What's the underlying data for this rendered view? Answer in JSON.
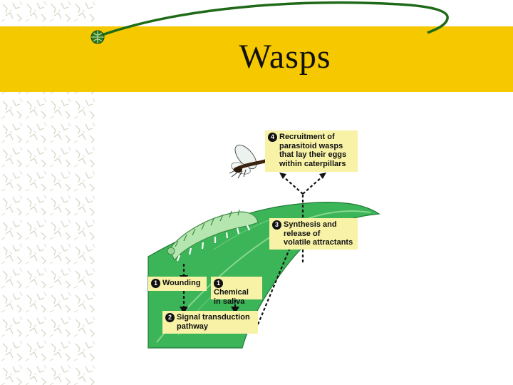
{
  "slide": {
    "title": "Wasps"
  },
  "colors": {
    "band": "#f5c800",
    "leaf": "#3cb559",
    "label_bg": "#f7f2a6"
  },
  "diagram": {
    "labels": [
      {
        "id": "recruitment",
        "number": "4",
        "lines": [
          "Recruitment of",
          "parasitoid wasps",
          "that lay their eggs",
          "within caterpillars"
        ]
      },
      {
        "id": "synthesis",
        "number": "3",
        "lines": [
          "Synthesis and",
          "release of",
          "volatile attractants"
        ]
      },
      {
        "id": "wounding",
        "number": "1",
        "lines": [
          "Wounding"
        ]
      },
      {
        "id": "chemical",
        "number": "1",
        "lines": [
          "Chemical",
          "in saliva"
        ]
      },
      {
        "id": "signal",
        "number": "2",
        "lines": [
          "Signal transduction",
          "pathway"
        ]
      }
    ],
    "icons": [
      "leaf-illustration",
      "caterpillar-illustration",
      "wasp-illustration",
      "dashed-arrows"
    ]
  }
}
